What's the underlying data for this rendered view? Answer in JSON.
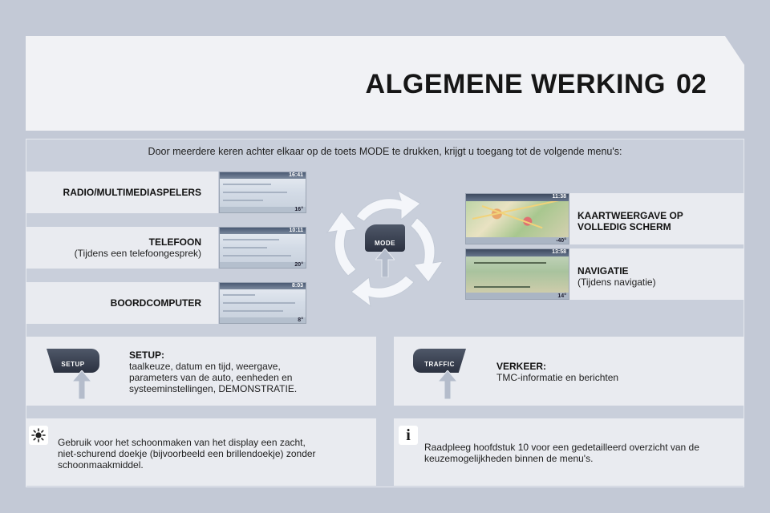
{
  "header": {
    "title": "ALGEMENE WERKING",
    "chapter": "02"
  },
  "intro": "Door meerdere keren achter elkaar op de toets MODE te drukken, krijgt u toegang tot de volgende menu's:",
  "left_menus": [
    {
      "label": "RADIO/MULTIMEDIASPELERS",
      "sub": "",
      "screen_time": "16:41",
      "screen_temp": "16°"
    },
    {
      "label": "TELEFOON",
      "sub": "(Tijdens een telefoongesprek)",
      "screen_time": "10:11",
      "screen_temp": "20°"
    },
    {
      "label": "BOORDCOMPUTER",
      "sub": "",
      "screen_time": "8:03",
      "screen_temp": "8°"
    }
  ],
  "right_menus": [
    {
      "label": "KAARTWEERGAVE OP VOLLEDIG SCHERM",
      "sub": "",
      "screen_time": "11:38",
      "screen_temp": "-40°"
    },
    {
      "label": "NAVIGATIE",
      "sub": "(Tijdens navigatie)",
      "screen_time": "13:58",
      "screen_temp": "14°"
    }
  ],
  "mode_button": {
    "label": "MODE"
  },
  "setup": {
    "button_label": "SETUP",
    "heading": "SETUP:",
    "lines": [
      "taalkeuze, datum en tijd, weergave,",
      "parameters van de auto, eenheden en",
      "systeeminstellingen, DEMONSTRATIE."
    ]
  },
  "traffic": {
    "button_label": "TRAFFIC",
    "heading": "VERKEER:",
    "text": "TMC-informatie en berichten"
  },
  "tip": {
    "icon": "sun-icon",
    "lines": [
      "Gebruik voor het schoonmaken van het display een zacht,",
      "niet-schurend doekje (bijvoorbeeld een brillendoekje) zonder",
      "schoonmaakmiddel."
    ]
  },
  "info": {
    "icon": "info-icon",
    "lines": [
      "Raadpleeg hoofdstuk 10 voor een gedetailleerd overzicht van de",
      "keuzemogelijkheden binnen de menu's."
    ]
  },
  "colors": {
    "background": "#c3c9d6",
    "panel": "#e9ebf0",
    "button_dark": "#2b3140",
    "arrow": "#f4f6fa"
  }
}
